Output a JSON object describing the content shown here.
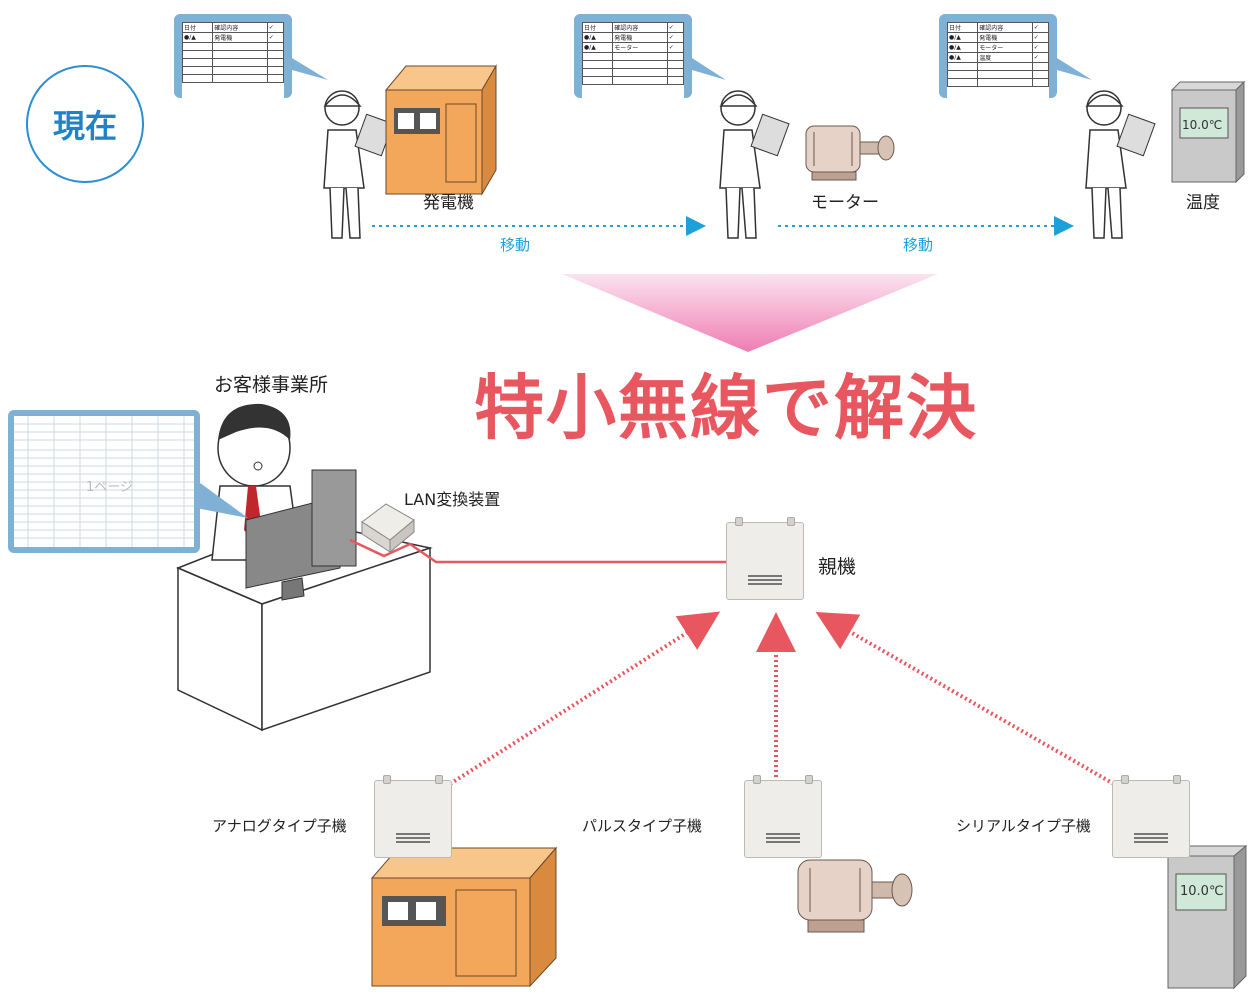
{
  "current": {
    "badge": "現在",
    "move_label_1": "移動",
    "move_label_2": "移動",
    "stations": [
      {
        "device_label": "発電機",
        "checklist": {
          "head_date": "日付",
          "head_content": "確認内容",
          "rows": [
            {
              "mark": "●/▲",
              "item": "発電機",
              "check": "✓"
            }
          ]
        }
      },
      {
        "device_label": "モーター",
        "checklist": {
          "head_date": "日付",
          "head_content": "確認内容",
          "rows": [
            {
              "mark": "●/▲",
              "item": "発電機",
              "check": "✓"
            },
            {
              "mark": "●/▲",
              "item": "モーター",
              "check": "✓"
            }
          ]
        }
      },
      {
        "device_label": "温度",
        "display": "10.0℃",
        "checklist": {
          "head_date": "日付",
          "head_content": "確認内容",
          "rows": [
            {
              "mark": "●/▲",
              "item": "発電機",
              "check": "✓"
            },
            {
              "mark": "●/▲",
              "item": "モーター",
              "check": "✓"
            },
            {
              "mark": "●/▲",
              "item": "温度",
              "check": "✓"
            }
          ]
        }
      }
    ],
    "header_check": "✓"
  },
  "solution": {
    "headline": "特小無線で解決",
    "office_label": "お客様事業所",
    "spreadsheet_label": "1ページ",
    "lan_label": "LAN変換装置",
    "parent_label": "親機",
    "children": [
      {
        "label": "アナログタイプ子機"
      },
      {
        "label": "パルスタイプ子機"
      },
      {
        "label": "シリアルタイプ子機",
        "display": "10.0℃"
      }
    ]
  },
  "colors": {
    "accent_red": "#e8575f",
    "accent_blue": "#1ea0d8",
    "badge_blue": "#2b8fd0",
    "generator_orange": "#f3a75a",
    "checklist_frame": "#7fb1d6"
  }
}
